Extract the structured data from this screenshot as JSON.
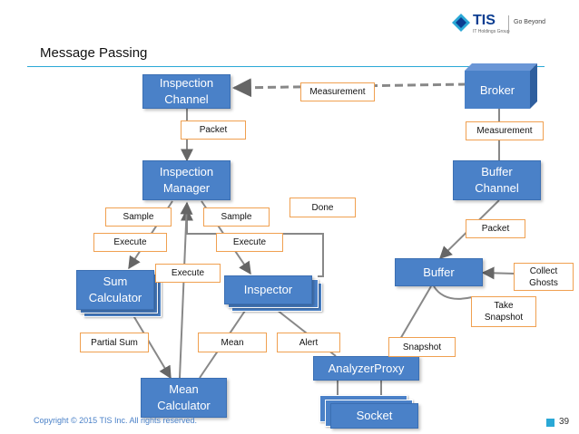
{
  "header": {
    "title": "Message Passing",
    "logo_text": "TIS",
    "logo_subtext": "IT Holdings Group",
    "logo_tagline": "Go Beyond"
  },
  "nodes": {
    "inspection_channel": "Inspection\nChannel",
    "inspection_manager": "Inspection\nManager",
    "sum_calculator": "Sum\nCalculator",
    "inspector": "Inspector",
    "mean_calculator": "Mean\nCalculator",
    "broker": "Broker",
    "buffer_channel": "Buffer\nChannel",
    "buffer": "Buffer",
    "analyzer_proxy": "AnalyzerProxy",
    "socket": "Socket"
  },
  "messages": {
    "measurement_top": "Measurement",
    "packet_left": "Packet",
    "measurement_right": "Measurement",
    "packet_right": "Packet",
    "sample_left": "Sample",
    "sample_right": "Sample",
    "done": "Done",
    "execute_left": "Execute",
    "execute_right": "Execute",
    "execute_mid": "Execute",
    "collect_ghosts": "Collect\nGhosts",
    "take_snapshot": "Take\nSnapshot",
    "partial_sum": "Partial Sum",
    "mean": "Mean",
    "alert": "Alert",
    "snapshot": "Snapshot"
  },
  "footer": {
    "copyright": "Copyright © 2015 TIS Inc. All rights reserved.",
    "page_number": "39"
  }
}
